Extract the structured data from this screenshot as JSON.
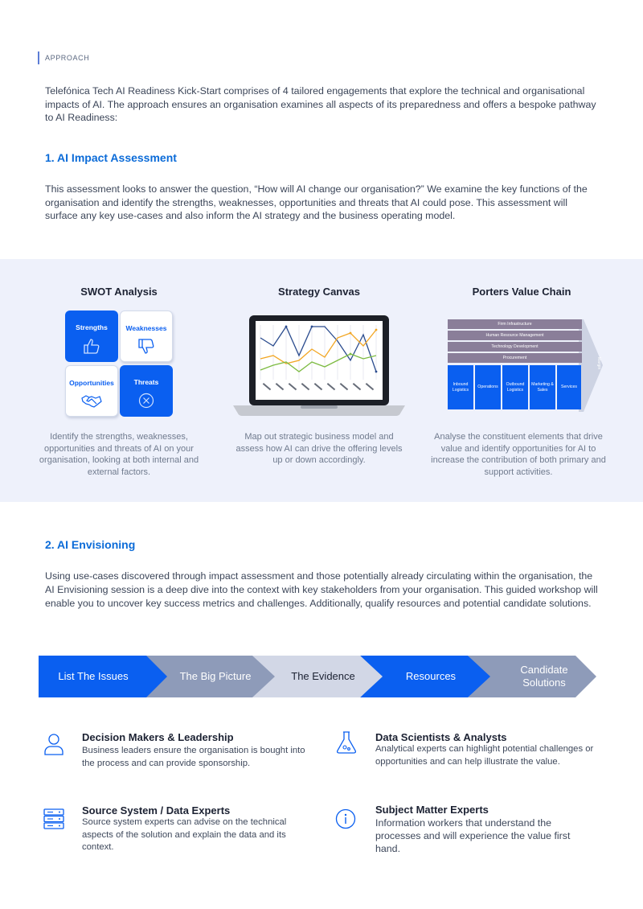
{
  "header": {
    "section": "APPROACH"
  },
  "intro": "Telefónica Tech AI Readiness Kick-Start comprises of 4 tailored engagements that explore the technical and organisational impacts of AI. The approach ensures an organisation examines all aspects of its preparedness and offers a bespoke pathway to AI Readiness:",
  "section1": {
    "title": "1. AI Impact Assessment",
    "body": "This assessment looks to answer the question, “How will AI change our organisation?” We examine the key functions of the organisation and identify the strengths, weaknesses, opportunities and threats that AI could pose. This assessment will surface any key use-cases and also inform the AI strategy and the business operating model."
  },
  "tools": {
    "swot": {
      "title": "SWOT Analysis",
      "strengths": "Strengths",
      "weaknesses": "Weaknesses",
      "opportunities": "Opportunities",
      "threats": "Threats",
      "desc": "Identify the strengths, weaknesses, opportunities and threats of AI on your organisation, looking at both internal and external factors."
    },
    "canvas": {
      "title": "Strategy Canvas",
      "desc": "Map out strategic business model and assess how AI can drive the offering levels up or down accordingly."
    },
    "porter": {
      "title": "Porters Value Chain",
      "support": [
        "Firm Infrastructure",
        "Human Resource Management",
        "Technology Development",
        "Procurement"
      ],
      "primary": [
        "Inbound Logistics",
        "Operations",
        "Outbound Logistics",
        "Marketing & Sales",
        "Services"
      ],
      "margin": "Margin",
      "desc": "Analyse the constituent elements that drive value and identify opportunities for AI to increase the contribution of both primary and support activities."
    }
  },
  "section2": {
    "title": "2. AI Envisioning",
    "body": "Using use-cases discovered through impact assessment and those potentially already circulating within the organisation, the AI Envisioning session is a deep dive into the context with key stakeholders from your organisation. This guided workshop will enable you to uncover key success metrics and challenges. Additionally, qualify resources and potential candidate solutions."
  },
  "flow": {
    "steps": [
      "List The Issues",
      "The Big Picture",
      "The Evidence",
      "Resources",
      "Candidate Solutions"
    ],
    "colors": [
      "#0a5ff0",
      "#8e9bb9",
      "#d2d7e6",
      "#0a5ff0",
      "#8e9bb9"
    ]
  },
  "roles": [
    {
      "title": "Decision Makers & Leadership",
      "desc": "Business leaders ensure the organisation is bought into the process and can provide sponsorship.",
      "icon": "person-icon"
    },
    {
      "title": "Data Scientists & Analysts",
      "desc": "Analytical experts can highlight potential challenges or opportunities and can help illustrate the value.",
      "icon": "flask-icon"
    },
    {
      "title": "Source System / Data Experts",
      "desc": "Source system experts can advise on the technical aspects of the solution and explain the data and its context.",
      "icon": "server-icon"
    },
    {
      "title": "Subject Matter Experts",
      "desc": "Information workers that understand the processes and will experience the value first hand.",
      "icon": "info-icon"
    }
  ],
  "colors": {
    "accent": "#0a5ff0",
    "heading": "#0b6bd8",
    "panel": "#eef1fb"
  }
}
